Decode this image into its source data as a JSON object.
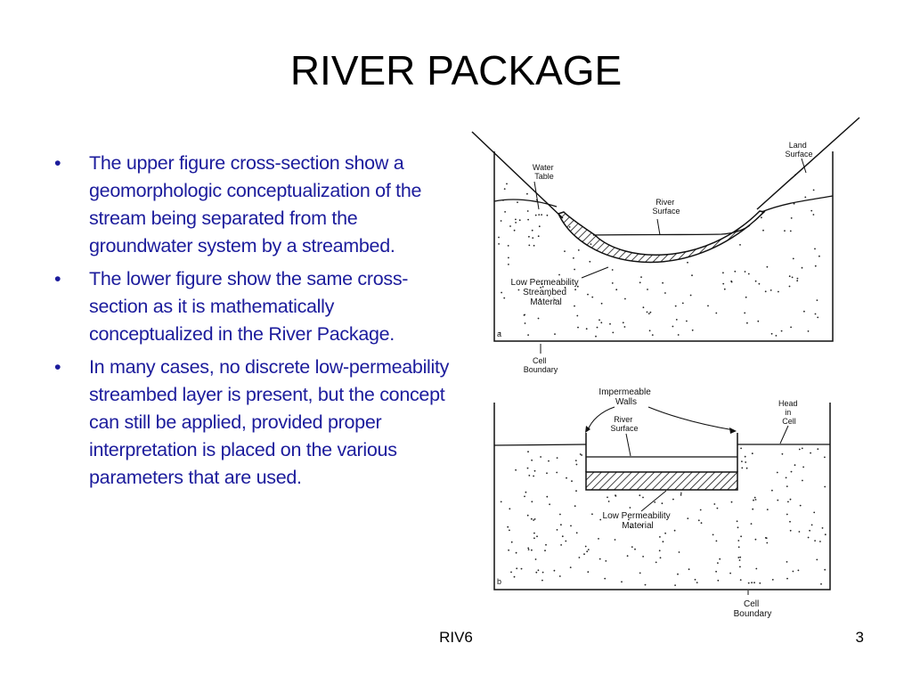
{
  "slide": {
    "title": "RIVER PACKAGE",
    "bullets": [
      "The upper figure cross-section show a geomorphologic conceptualization of the stream being separated from the groundwater system by a streambed.",
      "The lower figure show the same cross-section as it is mathematically conceptualized  in the River Package.",
      "In many cases, no discrete low-permeability streambed layer is present, but the concept can still be applied, provided proper interpretation is placed on the various parameters that are used."
    ],
    "footer": "RIV6",
    "page_number": "3"
  },
  "figure_a": {
    "panel_label": "a",
    "land_surface": [
      "Land",
      "Surface"
    ],
    "water_table": [
      "Water",
      "Table"
    ],
    "river_surface": [
      "River",
      "Surface"
    ],
    "streambed": [
      "Low Permeability",
      "Streambed",
      "Material"
    ],
    "cell_boundary": [
      "Cell",
      "Boundary"
    ]
  },
  "figure_b": {
    "panel_label": "b",
    "impermeable_walls": [
      "Impermeable",
      "Walls"
    ],
    "river_surface": [
      "River",
      "Surface"
    ],
    "head_in_cell": [
      "Head",
      "in",
      "Cell"
    ],
    "low_permeability": [
      "Low Permeability",
      "Material"
    ],
    "cell_boundary": [
      "Cell",
      "Boundary"
    ]
  },
  "colors": {
    "bullet_text": "#1c1c9c",
    "title": "#000000"
  }
}
